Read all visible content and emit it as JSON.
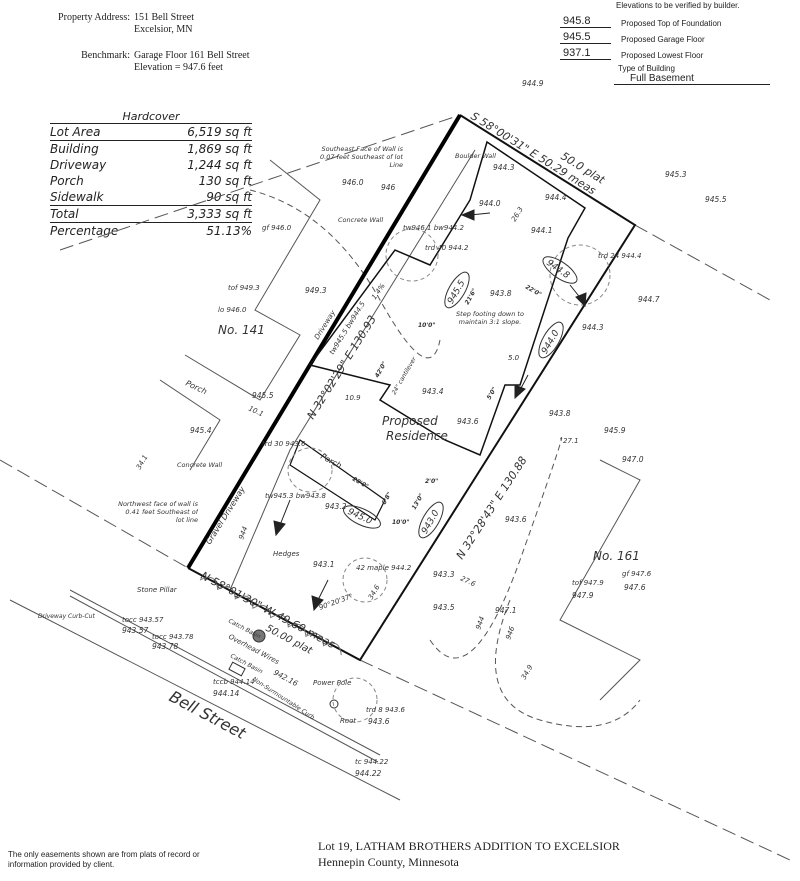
{
  "header": {
    "address_label": "Property Address:",
    "address_line1": "151 Bell Street",
    "address_line2": "Excelsior, MN",
    "benchmark_label": "Benchmark:",
    "benchmark_line1": "Garage Floor 161 Bell Street",
    "benchmark_line2": "Elevation = 947.6 feet"
  },
  "elevations": {
    "note": "Elevations to be verified by builder.",
    "rows": [
      {
        "value": "945.8",
        "label": "Proposed Top of Foundation"
      },
      {
        "value": "945.5",
        "label": "Proposed Garage Floor"
      },
      {
        "value": "937.1",
        "label": "Proposed Lowest Floor"
      }
    ],
    "type_label": "Type of Building",
    "type_value": "Full Basement"
  },
  "hardcover": {
    "title": "Hardcover",
    "rows": [
      {
        "label": "Lot Area",
        "value": "6,519 sq ft"
      },
      {
        "label": "Building",
        "value": "1,869 sq ft"
      },
      {
        "label": "Driveway",
        "value": "1,244 sq ft"
      },
      {
        "label": "Porch",
        "value": "130 sq ft"
      },
      {
        "label": "Sidewalk",
        "value": "90 sq ft"
      },
      {
        "label": "Total",
        "value": "3,333 sq ft"
      },
      {
        "label": "Percentage",
        "value": "51.13%"
      }
    ]
  },
  "plan": {
    "north_line": "S 58°00'31\" E 50.29 meas",
    "north_plat": "50.0 plat",
    "west_line": "N 32°02'29\" E 130.93",
    "east_line": "N 32°28'43\" E 130.88",
    "south_line": "N 58°01'30\" W 49.60 meas",
    "south_plat": "50.00 plat",
    "residence_1": "Proposed",
    "residence_2": "Residence",
    "street": "Bell Street",
    "no141": "No. 141",
    "no161": "No. 161",
    "porch_w": "Porch",
    "porch_e": "Porch",
    "driveway": "Gravel Driveway",
    "driveway_n": "Driveway",
    "hedges": "Hedges",
    "stone_pillar": "Stone Pillar",
    "power_pole": "Power Pole",
    "boulder_wall": "Boulder Wall",
    "concrete_wall_n": "Concrete Wall",
    "concrete_wall_s": "Concrete Wall",
    "se_face_note": "Southeast Face of Wall is 0.07 feet Southeast of lot Line",
    "nw_face_note": "Northwest face of wall is 0.41 feet Southeast of lot line",
    "step_note": "Step footing down to maintain 3:1 slope.",
    "catch_basin_1": "Catch Basin",
    "catch_basin_2": "Catch Basin",
    "overhead_wires": "Overhead Wires",
    "curb": "Non-Surmountable Curb",
    "driveway_cut": "Driveway Curb-Cut",
    "cantilever": "24\" cantilever",
    "angle": "90°20'37\"",
    "spots": [
      "944.9",
      "944.3",
      "944.4",
      "945.3",
      "945.5",
      "944.0",
      "944.1",
      "943.8",
      "944.7",
      "944.3",
      "946.0",
      "946",
      "949.3",
      "945.5",
      "945.4",
      "943.4",
      "943.6",
      "943.8",
      "947.0",
      "945.9",
      "943.2",
      "943.6",
      "943.1",
      "943.3",
      "943.5",
      "947.1",
      "947.9",
      "947.6",
      "943.6",
      "944.22",
      "943.57",
      "943.78",
      "944.14",
      "942.16"
    ],
    "proposed": [
      "944.8",
      "945.5",
      "944.0",
      "945.0",
      "943.0"
    ],
    "trees": [
      "trd 40 944.2",
      "trd 24 944.4",
      "trd 30 943.6",
      "42 maple 944.2",
      "trd 8 943.6"
    ],
    "walls": [
      "tw946.1 bw944.2",
      "tw945.3 bw943.8",
      "tw945.5 bw944.5"
    ],
    "dims": [
      "26.3",
      "5.0",
      "27.1",
      "10.9",
      "10.1",
      "34.1",
      "34.6",
      "27.6",
      "34.9",
      "1.4%"
    ],
    "house_dims": [
      "22'0\"",
      "21'6\"",
      "10'0\"",
      "42'0\"",
      "20'0\"",
      "6'8\"",
      "10'0\"",
      "13'0\"",
      "2'0\"",
      "5'0\""
    ],
    "tof_141": "tof 949.3",
    "lo_141": "lo 946.0",
    "tof_161": "tof 947.9",
    "gf_161": "gf 947.6",
    "gf_141": "gf 946.0",
    "tocc_1": "tocc 943.57",
    "tocc_2": "tocc 943.78",
    "tccb": "tccb 944.14",
    "tc": "tc 944.22",
    "contour_944": "944",
    "contour_946": "946",
    "roots": "Root"
  },
  "footer": {
    "easement_note": "The only easements shown are from plats of record or information provided by client.",
    "lot": "Lot 19, LATHAM BROTHERS ADDITION TO EXCELSIOR",
    "county": "Hennepin County, Minnesota"
  }
}
